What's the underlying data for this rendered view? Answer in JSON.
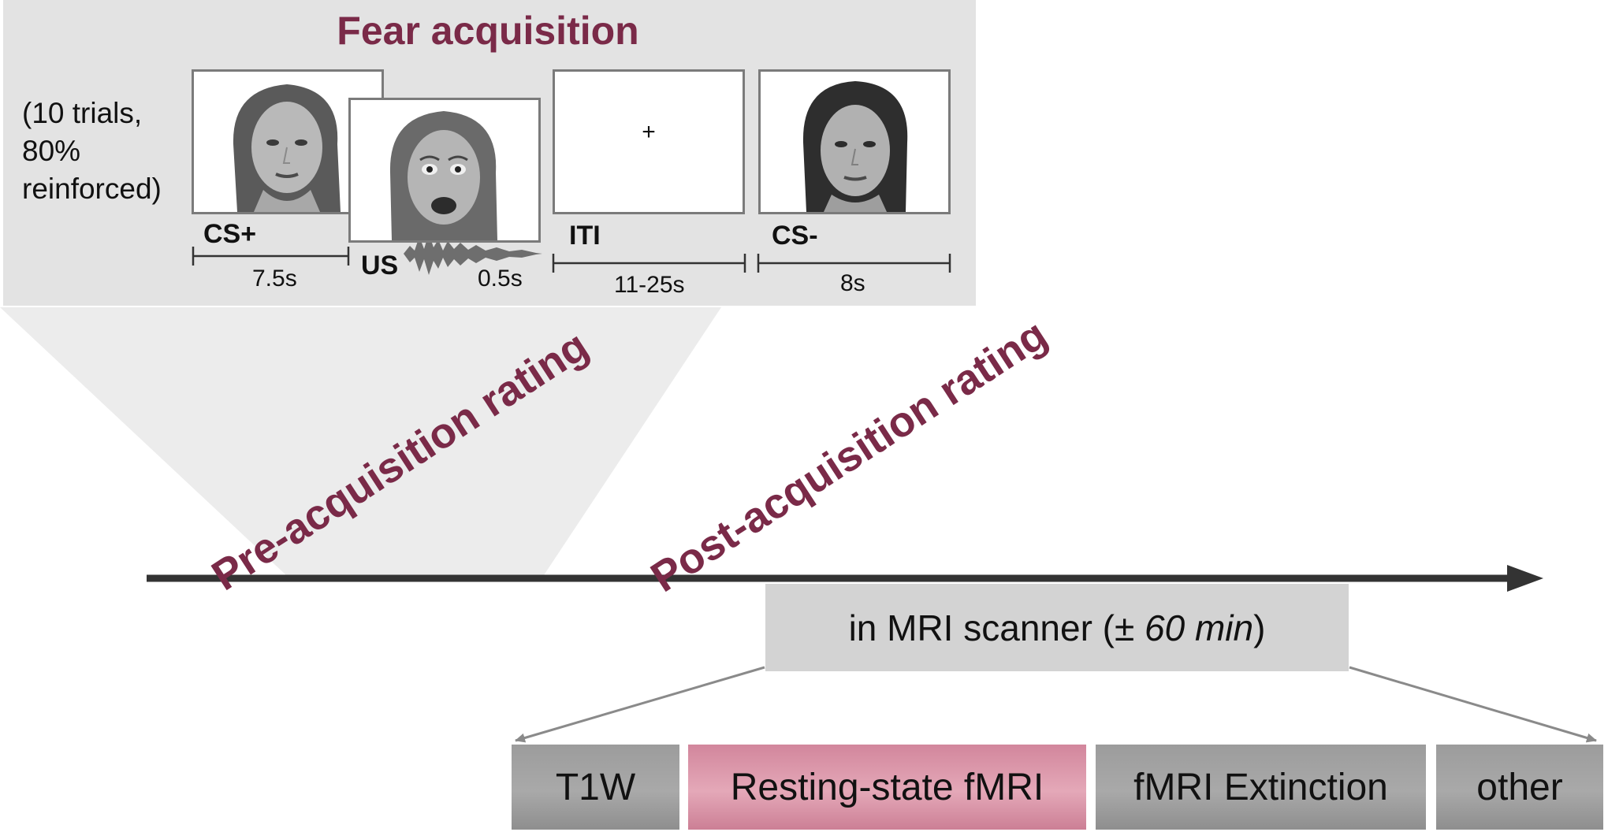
{
  "panel": {
    "title": "Fear acquisition",
    "trial_info": "(10 trials,\n80%\nreinforced)",
    "stimuli": [
      {
        "label": "CS+",
        "duration": "7.5s",
        "content": "neutral-face-photo"
      },
      {
        "label": "US",
        "duration": "0.5s",
        "content": "fearful-face-photo with scream sound"
      },
      {
        "label": "ITI",
        "duration": "11-25s",
        "content": "fixation-cross",
        "fixation": "+"
      },
      {
        "label": "CS-",
        "duration": "8s",
        "content": "neutral-face-photo"
      }
    ]
  },
  "ratings": {
    "pre": "Pre-acquisition rating",
    "post": "Post-acquisition rating"
  },
  "scanner": {
    "label_prefix": "in MRI scanner (± ",
    "label_italic": "60 min",
    "label_suffix": ")"
  },
  "sequence": [
    {
      "label": "T1W"
    },
    {
      "label": "Resting-state fMRI"
    },
    {
      "label": "fMRI Extinction"
    },
    {
      "label": "other"
    }
  ],
  "colors": {
    "accent": "#7a2a48",
    "panel_bg": "#e3e3e3",
    "scanner_box": "#d3d3d3",
    "sequence_box": "#a3a3a3",
    "highlight_box": "#dc97aa",
    "timeline": "#333333"
  }
}
